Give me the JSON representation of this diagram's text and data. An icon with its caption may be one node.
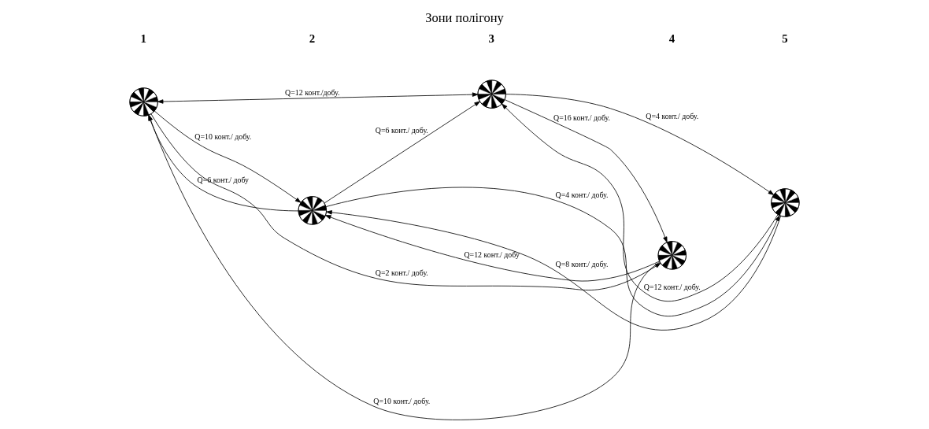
{
  "diagram": {
    "title": "Зони полігону",
    "nodes": [
      {
        "text": [],
        "shape": "circle"
      },
      {
        "text": [],
        "shape": "circle"
      },
      {
        "text": [],
        "shape": "circle"
      },
      {
        "text": [],
        "shape": "circle"
      },
      {
        "text": [],
        "shape": "circle"
      }
    ],
    "edges": [
      {
        "from": 0,
        "to": 1,
        "arrow": "both",
        "label": "Q=12 конт./добу."
      },
      {
        "from": 1,
        "to": 2,
        "arrow": "to",
        "label": "Q=4 конт./ добу."
      },
      {
        "from": 2,
        "to": 1,
        "arrow": "to",
        "label": "Q=12 конт./ добу."
      },
      {
        "from": 0,
        "to": 3,
        "arrow": "to",
        "label": "Q=10 конт./ добу."
      },
      {
        "from": 3,
        "to": 0,
        "arrow": "to",
        "label": "Q=6 конт./ добу"
      },
      {
        "from": 3,
        "to": 1,
        "arrow": "to",
        "label": "Q=6 конт./ добу."
      },
      {
        "from": 3,
        "to": 2,
        "arrow": "to",
        "label": "Q=4 конт./ добу."
      },
      {
        "from": 2,
        "to": 3,
        "arrow": "to",
        "label": "Q=8 конт./ добу."
      },
      {
        "from": 4,
        "to": 0,
        "arrow": "to",
        "label": "Q=10 конт./ добу."
      },
      {
        "from": 0,
        "to": 4,
        "arrow": "to",
        "label": "Q=2 конт./ добу."
      },
      {
        "from": 1,
        "to": 4,
        "arrow": "to",
        "label": "Q=16 конт./ добу."
      },
      {
        "from": 4,
        "to": 3,
        "arrow": "to",
        "label": "Q=12 конт./ добу"
      }
    ],
    "labels": [
      "1",
      "2",
      "3",
      "4",
      "5"
    ]
  }
}
